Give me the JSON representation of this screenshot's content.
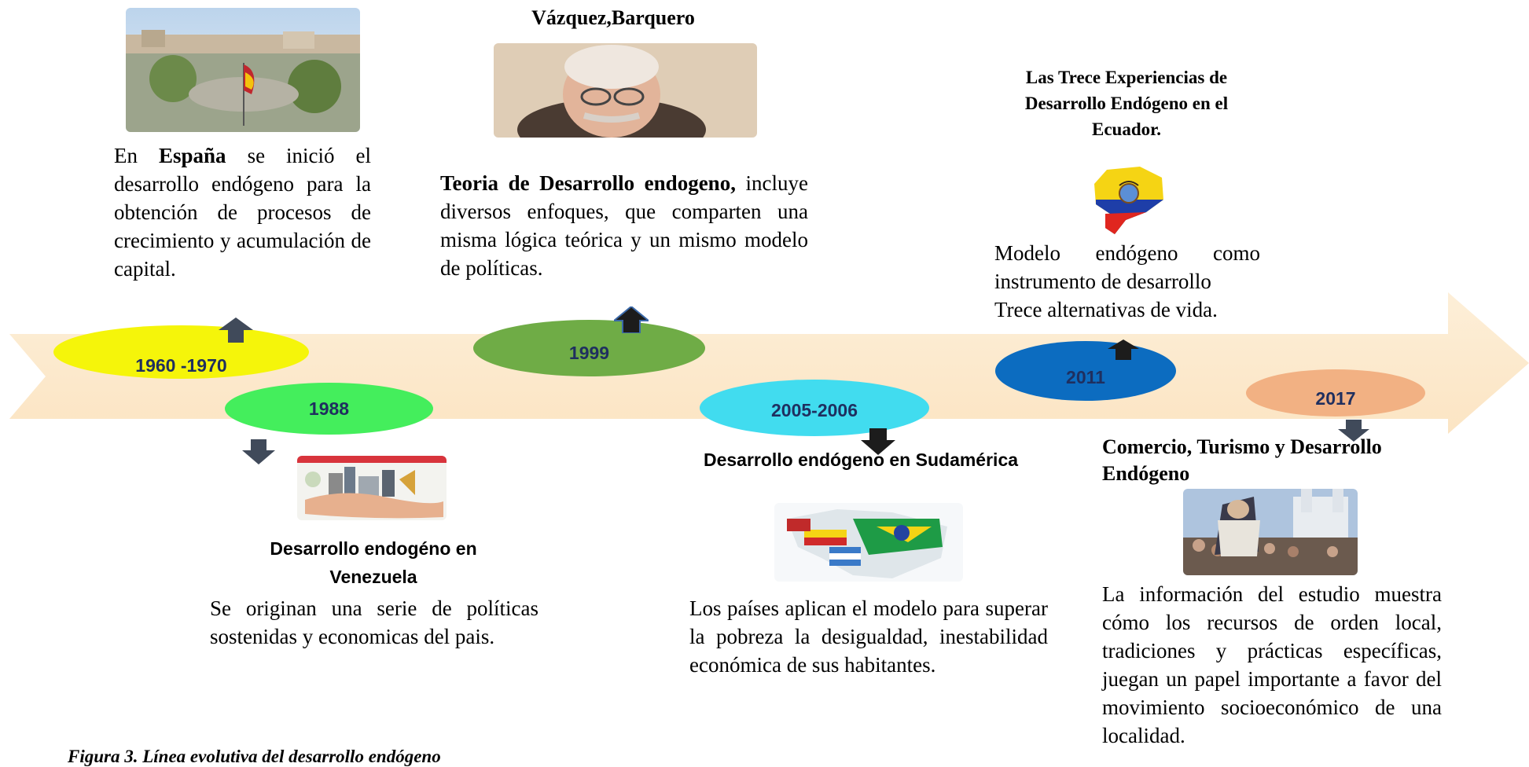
{
  "colors": {
    "timeline_arrow": "#fdebcf",
    "ellipse_1960": "#f5f50a",
    "ellipse_1988": "#44ee5c",
    "ellipse_1999": "#6fac46",
    "ellipse_2005": "#41dcef",
    "ellipse_2011": "#0c6cc0",
    "ellipse_2017": "#f2b183",
    "pointer_arrow": "#404a5a",
    "year_text": "#1f2f5f"
  },
  "timeline": {
    "years": {
      "y1960": "1960 -1970",
      "y1988": "1988",
      "y1999": "1999",
      "y2005": "2005-2006",
      "y2011": "2011",
      "y2017": "2017"
    }
  },
  "events": {
    "spain": {
      "image_icon": "madrid-city-photo",
      "text_prefix": "En",
      "text_bold": "España",
      "text_rest": "se inició el desarrollo endógeno para la obtención de procesos de crecimiento y acumulación de capital."
    },
    "vazquez": {
      "heading": "Vázquez,Barquero",
      "image_icon": "vazquez-barquero-portrait",
      "text_bold": "Teoria de Desarrollo endogeno,",
      "text_rest": "incluye diversos enfoques, que comparten una misma lógica teórica y un mismo modelo de políticas."
    },
    "ecuador": {
      "heading": "Las Trece Experiencias de Desarrollo Endógeno en el Ecuador.",
      "image_icon": "ecuador-flag-map",
      "line1": "Modelo endógeno como",
      "line2": "instrumento de desarrollo",
      "line3": "Trece alternativas de vida."
    },
    "venezuela": {
      "image_icon": "hand-with-city-illustration",
      "heading_line1": "Desarrollo endogéno en",
      "heading_line2": "Venezuela",
      "text": "Se originan una serie de políticas sostenidas y economicas del pais."
    },
    "sudamerica": {
      "heading": "Desarrollo endógeno en Sudamérica",
      "image_icon": "south-america-flags-map",
      "text": "Los países aplican el modelo para superar la pobreza la desigualdad, inestabilidad económica de sus habitantes."
    },
    "comercio": {
      "heading": "Comercio, Turismo y Desarrollo Endógeno",
      "image_icon": "religious-procession-photo",
      "text": "La información del estudio muestra cómo los recursos de orden local, tradiciones y prácticas específicas, juegan un papel importante a favor del movimiento socioeconómico de una localidad."
    }
  },
  "caption": "Figura 3. Línea evolutiva del desarrollo endógeno"
}
